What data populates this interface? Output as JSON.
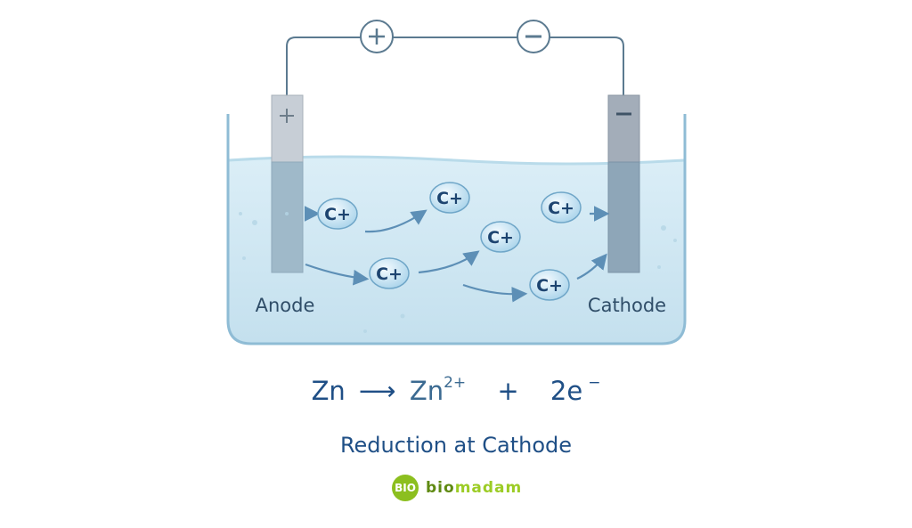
{
  "diagram": {
    "wire_terminals": [
      "+",
      "−"
    ],
    "electrode_signs": {
      "anode": "+",
      "cathode": "−"
    },
    "ion_label": "C+",
    "ion_count": 6,
    "labels": {
      "anode": "Anode",
      "cathode": "Cathode"
    },
    "colors": {
      "water": "#cfe6f1",
      "wire": "#5b7a90",
      "text": "#1f4f86",
      "arrow": "#5d8fb6"
    }
  },
  "equation": {
    "reactant": "Zn",
    "arrow": "⟶",
    "product": "Zn",
    "product_charge": "2+",
    "plus": "+",
    "electrons": "2e",
    "electron_charge": "−"
  },
  "caption": "Reduction at Cathode",
  "logo": {
    "badge": "BIO",
    "text_a": "bio",
    "text_b": "madam"
  }
}
